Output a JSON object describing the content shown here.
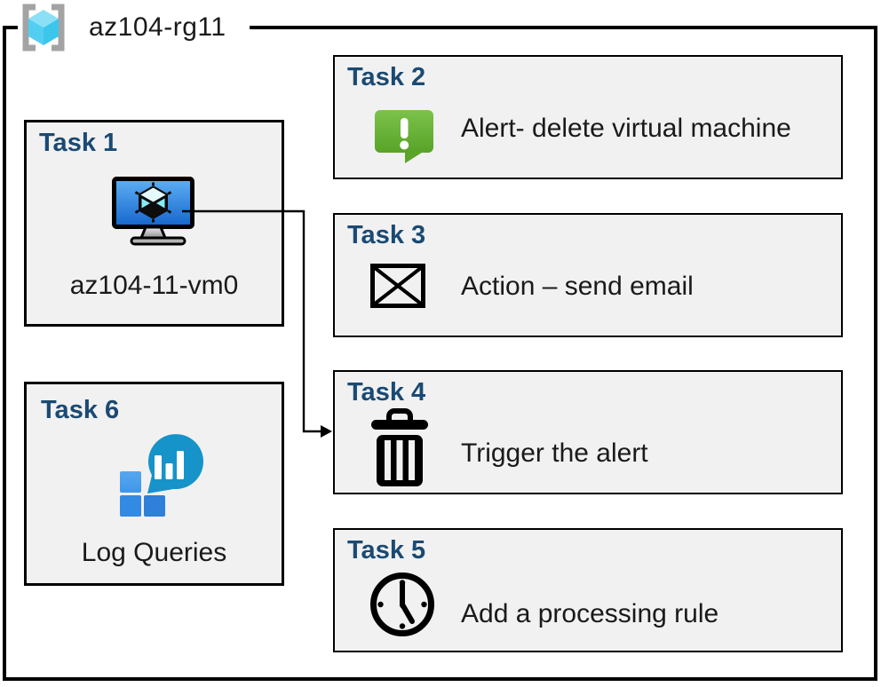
{
  "diagram": {
    "resource_group": {
      "name": "az104-rg11",
      "icon": "resource-group-icon"
    },
    "tasks": [
      {
        "title": "Task 1",
        "label": "az104-11-vm0",
        "icon": "virtual-machine-icon"
      },
      {
        "title": "Task 2",
        "label": "Alert- delete virtual machine",
        "icon": "alert-message-icon"
      },
      {
        "title": "Task 3",
        "label": "Action – send email",
        "icon": "email-envelope-icon"
      },
      {
        "title": "Task 4",
        "label": "Trigger the alert",
        "icon": "trash-icon"
      },
      {
        "title": "Task 5",
        "label": "Add a processing rule",
        "icon": "clock-icon"
      },
      {
        "title": "Task 6",
        "label": "Log Queries",
        "icon": "log-analytics-icon"
      }
    ],
    "connector": {
      "from": "Task 1",
      "to": "Task 4",
      "style": "elbow-arrow"
    },
    "colors": {
      "task_title_blue": "#1a4a73",
      "body_text": "#1a1a1a",
      "box_fill": "#f1f1f1",
      "outline_black": "#000000",
      "alert_green": "#66ae33",
      "vm_screen_blue": "#2f87e0",
      "log_analytics_cyan": "#2cb7de",
      "log_analytics_blue": "#2f85de",
      "rg_cube_cyan": "#52cff0",
      "rg_bracket_gray": "#a3a3a3"
    }
  }
}
